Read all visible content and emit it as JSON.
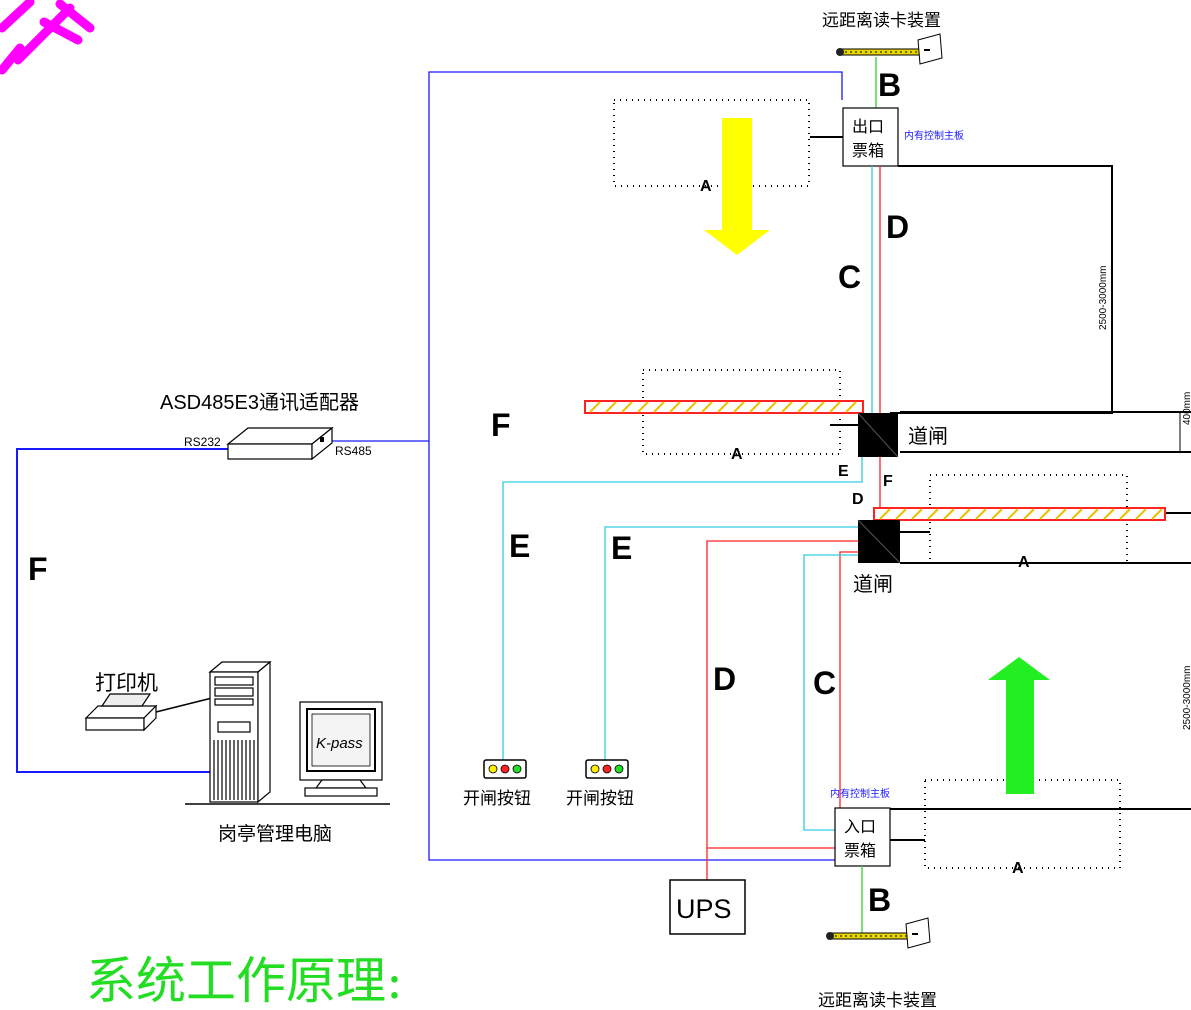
{
  "devices": {
    "reader_top": "远距离读卡装置",
    "reader_bottom": "远距离读卡装置",
    "exit_box_line1": "出口",
    "exit_box_line2": "票箱",
    "entry_box_line1": "入口",
    "entry_box_line2": "票箱",
    "control_board_top": "内有控制主板",
    "control_board_bottom": "内有控制主板",
    "barrier_upper": "道闸",
    "barrier_lower": "道闸",
    "adapter": "ASD485E3通讯适配器",
    "rs232": "RS232",
    "rs485": "RS485",
    "printer": "打印机",
    "pc": "岗亭管理电脑",
    "monitor_brand": "K-pass",
    "button_left": "开闸按钮",
    "button_right": "开闸按钮",
    "ups": "UPS"
  },
  "dimensions": {
    "upper": "2500-3000mm",
    "middle": "400mm",
    "lower": "2500-3000mm"
  },
  "line_letters": {
    "B_top": "B",
    "B_bottom": "B",
    "D_upper": "D",
    "C_upper": "C",
    "F_middle": "F",
    "F_left": "F",
    "E_near_barrier": "E",
    "F_small": "F",
    "D_small": "D",
    "E_left": "E",
    "E_right": "E",
    "D_lower": "D",
    "C_lower": "C"
  },
  "zone_letters": {
    "A1": "A",
    "A2": "A",
    "A3": "A",
    "A4": "A"
  },
  "footer": {
    "title": "系统工作原理:"
  },
  "colors": {
    "blue_line": "#1a1aff",
    "cyan_line": "#33ccdd",
    "red_line": "#ff2222",
    "green_line": "#33cc33",
    "yellow_arrow": "#ffff00",
    "green_arrow": "#22ee22",
    "magenta_watermark": "#ff00ff",
    "title_green": "#22dd22"
  }
}
